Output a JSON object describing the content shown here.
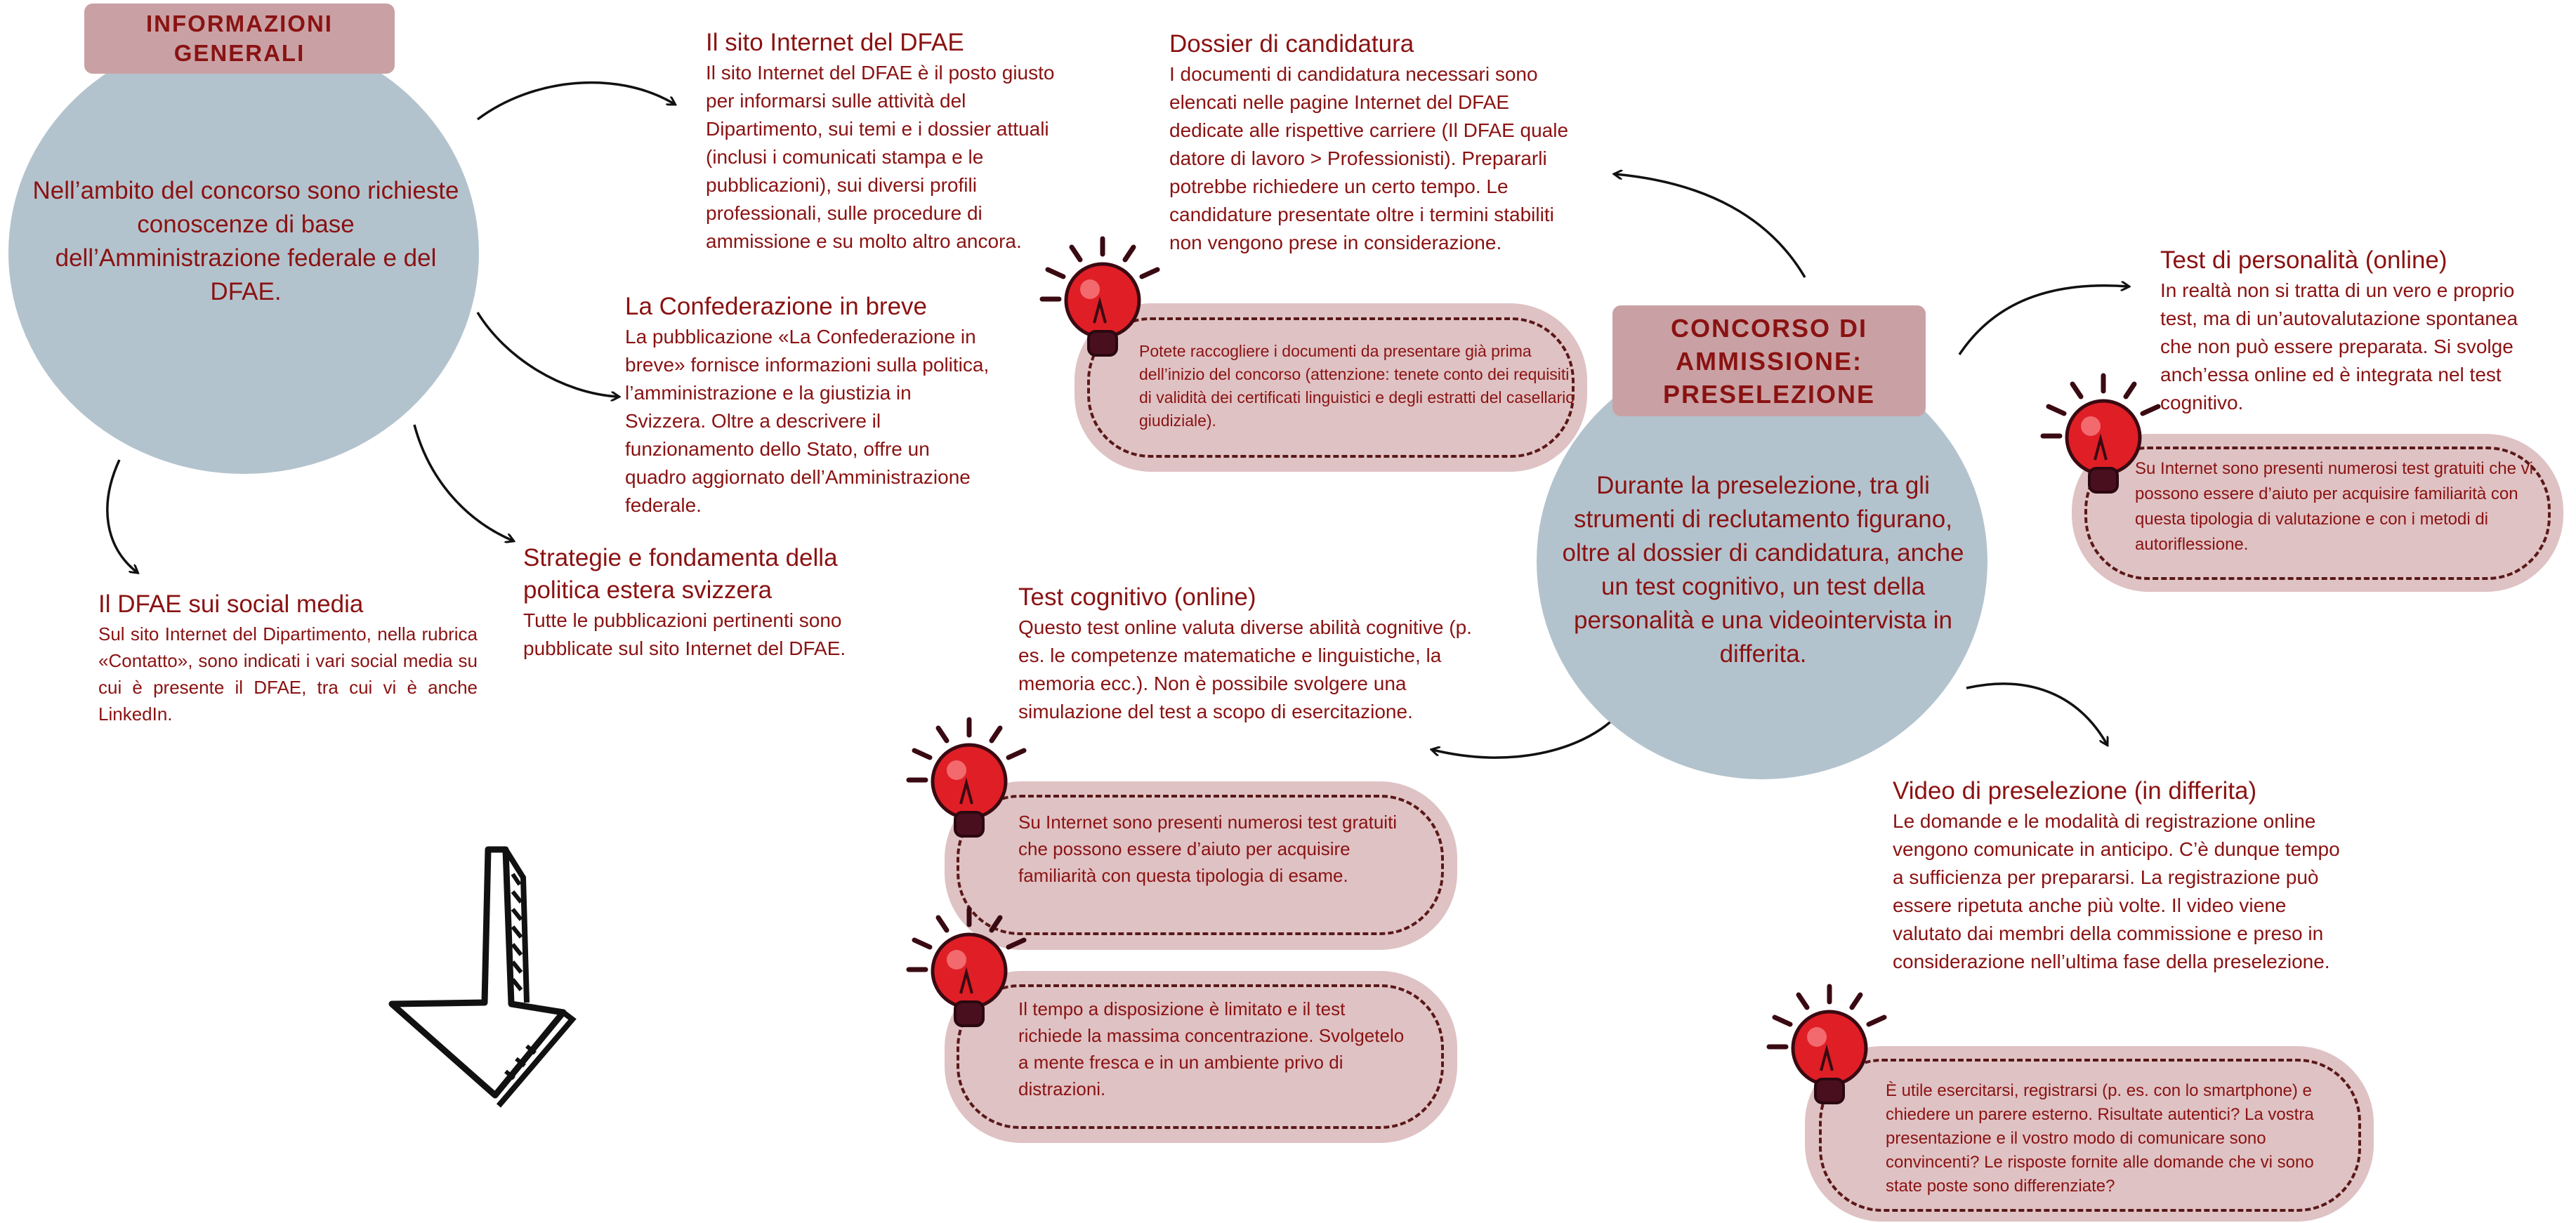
{
  "colors": {
    "circle": "#b3c3cd",
    "badge": "#c9a1a4",
    "pill": "#dfc2c4",
    "text": "#8a1212",
    "bulb": "#e01e26"
  },
  "general": {
    "badge": "INFORMAZIONI GENERALI",
    "text": "Nell’ambito del concorso sono richieste conoscenze di base dell’Amministrazione federale e del DFAE."
  },
  "sito": {
    "title": "Il sito Internet del DFAE",
    "body": "Il sito Internet del DFAE è il posto giusto per informarsi sulle attività del Dipartimento, sui temi e i dossier attuali (inclusi i comunicati stampa e le pubblicazioni), sui diversi profili professionali, sulle procedure di ammissione e su molto altro ancora."
  },
  "confederazione": {
    "title": "La Confederazione in breve",
    "body": "La pubblicazione «La Confederazione in breve» fornisce informazioni sulla politica, l’amministrazione e la giustizia in Svizzera. Oltre a descrivere il funzionamento dello Stato, offre un quadro aggiornato dell’Amministrazione federale."
  },
  "social": {
    "title": "Il DFAE sui social media",
    "body": "Sul sito Internet del Dipartimento, nella rubrica «Contatto», sono indicati i vari social media su cui è presente il DFAE, tra cui vi è anche LinkedIn."
  },
  "strategie": {
    "title": "Strategie e fondamenta della politica estera svizzera",
    "body": "Tutte le pubblicazioni pertinenti sono pubblicate sul sito Internet del DFAE."
  },
  "dossier": {
    "title": "Dossier di candidatura",
    "body": "I documenti di candidatura necessari sono elencati nelle pagine Internet del DFAE dedicate alle rispettive carriere (Il DFAE quale datore di lavoro > Professionisti). Prepararli potrebbe richiedere un certo tempo. Le candidature presentate oltre i termini stabiliti non vengono prese in considerazione.",
    "tip": "Potete raccogliere i documenti da presentare già prima dell’inizio del concorso (attenzione: tenete conto dei requisiti di validità dei certificati linguistici e degli estratti del casellario giudiziale)."
  },
  "preselezione": {
    "badge": "CONCORSO DI AMMISSIONE: PRESELEZIONE",
    "text": "Durante la preselezione, tra gli strumenti di reclutamento figurano, oltre al dossier di candidatura, anche un test cognitivo, un test della personalità e una videointervista in differita."
  },
  "personalita": {
    "title": "Test di personalità (online)",
    "body": "In realtà non si tratta di un vero e proprio test, ma di un’autovalutazione spontanea che non può essere preparata. Si svolge anch’essa online ed è integrata nel test cognitivo.",
    "tip": "Su Internet sono presenti numerosi test gratuiti che vi possono essere d’aiuto per acquisire familiarità con questa tipologia di valutazione e con i metodi di autoriflessione."
  },
  "cognitivo": {
    "title": "Test cognitivo (online)",
    "body": "Questo test online valuta diverse abilità cognitive (p. es. le competenze matematiche e linguistiche, la memoria ecc.). Non è possibile svolgere una simulazione del test a scopo di esercitazione.",
    "tip1": "Su Internet sono presenti numerosi test gratuiti che possono essere d’aiuto per acquisire familiarità con questa tipologia di esame.",
    "tip2": "Il tempo a disposizione è limitato e il test richiede la massima concentrazione. Svolgetelo a mente fresca e in un ambiente privo di distrazioni."
  },
  "video": {
    "title": "Video di preselezione (in differita)",
    "body": "Le domande e le modalità di registrazione online vengono comunicate in anticipo. C’è dunque tempo a sufficienza per prepararsi. La registrazione può essere ripetuta anche più volte. Il video viene valutato dai membri della commissione e preso in considerazione nell’ultima fase della preselezione.",
    "tip": "È utile esercitarsi, registrarsi (p. es. con lo smartphone) e chiedere un parere esterno. Risultate autentici? La vostra presentazione e il vostro modo di comunicare sono convincenti? Le risposte fornite alle domande che vi sono state poste sono differenziate?"
  }
}
